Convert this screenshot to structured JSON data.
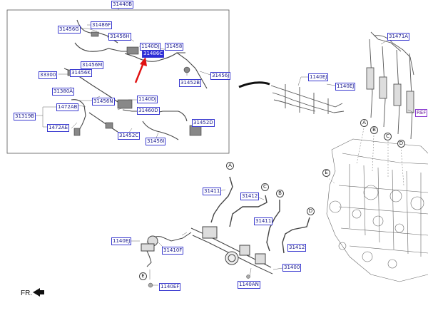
{
  "labels": {
    "l31440B": "31440B",
    "l31456G": "31456G",
    "l31486F": "31486F",
    "l31456H": "31456H",
    "l1140DJ_a": "1140DJ",
    "l31458": "31458",
    "l31486C": "31486C",
    "l33300": "33300",
    "l31456M": "31456M",
    "l31456K": "31456K",
    "l31456J": "31456J",
    "l31452B": "31452B",
    "l31380A": "31380A",
    "l31456N": "31456N",
    "l1140DJ_b": "1140DJ",
    "l1472AB": "1472AB",
    "l31460D": "31460D",
    "l31319B": "31319B",
    "l1472AE": "1472AE",
    "l31452C": "31452C",
    "l31456I": "31456I",
    "l31452D": "31452D",
    "l1140EJ_a": "1140EJ",
    "l1140EJ_b": "1140EJ",
    "l31471A": "31471A",
    "lREF": "REF",
    "l31411_a": "31411",
    "l31412_a": "31412",
    "l31411_b": "31411",
    "l31412_b": "31412",
    "l1140EJ_c": "1140EJ",
    "l31410F": "31410F",
    "l1140EF": "1140EF",
    "l1140AN": "1140AN",
    "l31400": "31400"
  },
  "markers": {
    "A": "A",
    "B": "B",
    "C": "C",
    "D": "D",
    "E": "E"
  },
  "front": "FR.",
  "colors": {
    "label_border": "#3a3ad0",
    "label_text": "#1a1a8c",
    "highlight": "#2d2dd8",
    "arrow": "#e01010",
    "line": "#555555"
  }
}
